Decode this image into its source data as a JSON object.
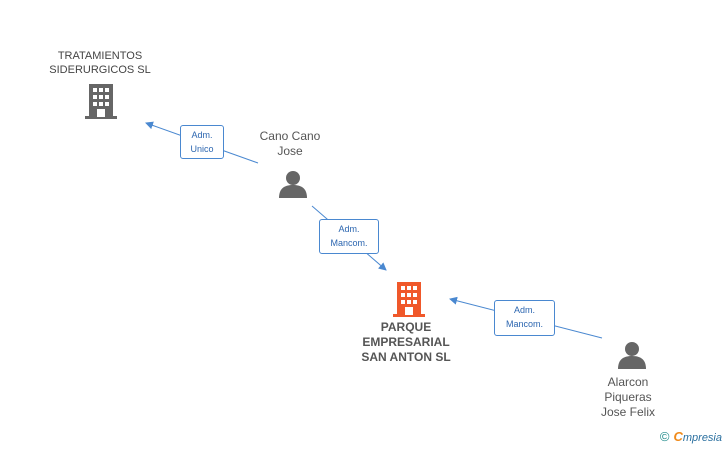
{
  "nodes": {
    "tratamientos": {
      "line1": "TRATAMIENTOS",
      "line2": "SIDERURGICOS SL",
      "icon": "building-icon",
      "color": "#666666"
    },
    "cano": {
      "line1": "Cano Cano",
      "line2": "Jose",
      "icon": "person-icon",
      "color": "#666666"
    },
    "parque": {
      "line1": "PARQUE",
      "line2": "EMPRESARIAL",
      "line3": "SAN ANTON SL",
      "icon": "building-icon",
      "color": "#f0582a"
    },
    "alarcon": {
      "line1": "Alarcon",
      "line2": "Piqueras",
      "line3": "Jose Felix",
      "icon": "person-icon",
      "color": "#666666"
    }
  },
  "edges": [
    {
      "from": "Cano Cano Jose",
      "to": "TRATAMIENTOS SIDERURGICOS SL",
      "line1": "Adm.",
      "line2": "Unico"
    },
    {
      "from": "Cano Cano Jose",
      "to": "PARQUE EMPRESARIAL SAN ANTON SL",
      "line1": "Adm.",
      "line2": "Mancom."
    },
    {
      "from": "Alarcon Piqueras Jose Felix",
      "to": "PARQUE EMPRESARIAL SAN ANTON SL",
      "line1": "Adm.",
      "line2": "Mancom."
    }
  ],
  "colors": {
    "edge": "#4a88d0",
    "accent": "#f0582a"
  },
  "footer": {
    "copyright": "©",
    "brand_first": "C",
    "brand_rest": "mpresia"
  }
}
